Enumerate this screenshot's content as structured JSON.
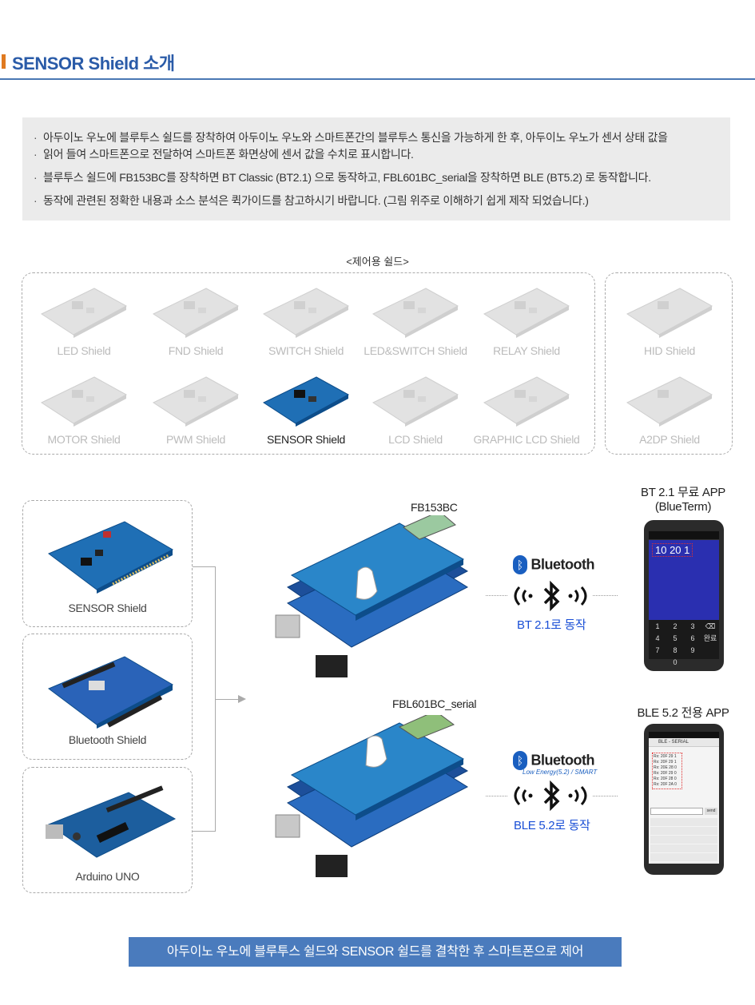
{
  "header": {
    "title": "SENSOR Shield 소개"
  },
  "intro": {
    "lines": [
      "아두이노 우노에 블루투스 쉴드를 장착하여 아두이노 우노와 스마트폰간의 블루투스 통신을 가능하게 한 후, 아두이노 우노가 센서 상태 값을",
      "읽어 들여 스마트폰으로 전달하여 스마트폰 화면상에 센서 값을 수치로 표시합니다.",
      "블루투스 쉴드에 FB153BC를 장착하면 BT Classic (BT2.1) 으로 동작하고, FBL601BC_serial을 장착하면 BLE (BT5.2) 로 동작합니다.",
      "동작에 관련된 정확한 내용과 소스 분석은  퀵가이드를 참고하시기 바랍니다.  (그림 위주로 이해하기 쉽게 제작 되었습니다.)"
    ]
  },
  "shield_grid": {
    "caption": "<제어용 쉴드>",
    "items": [
      "LED Shield",
      "FND Shield",
      "SWITCH Shield",
      "LED&SWITCH Shield",
      "RELAY Shield",
      "MOTOR Shield",
      "PWM Shield",
      "SENSOR Shield",
      "LCD Shield",
      "GRAPHIC LCD Shield"
    ],
    "extra_items": [
      "HID Shield",
      "A2DP Shield"
    ]
  },
  "stack": {
    "items": [
      "SENSOR Shield",
      "Bluetooth Shield",
      "Arduino UNO"
    ]
  },
  "module_top": "FB153BC",
  "module_bottom": "FBL601BC_serial",
  "bt_top": {
    "logo": "Bluetooth",
    "mode": "BT 2.1로 동작"
  },
  "bt_bottom": {
    "logo": "Bluetooth",
    "sub": "Low Energy(5.2) / SMART",
    "mode": "BLE 5.2로 동작"
  },
  "phone_top": {
    "title_line1": "BT 2.1 무료 APP",
    "title_line2": "(BlueTerm)",
    "screen_value": "10 20 1",
    "keys": [
      "1",
      "2",
      "3",
      "⌫",
      "4",
      "5",
      "6",
      "완료",
      "7",
      "8",
      "9",
      "",
      "",
      "0",
      "",
      ""
    ]
  },
  "phone_bottom": {
    "title": "BLE 5.2 전용 APP",
    "app_name": "BLE - SERIAL",
    "rx_lines": [
      "Rx: 20F 29 1",
      "Rx: 20F 29 1",
      "Rx: 20E 28 0",
      "Rx: 20F 29 0",
      "Rx: 20F 28 0",
      "Rx: 20F 2A 0"
    ],
    "send_label": "send"
  },
  "footer": {
    "banner": "아두이노 우노에 블루투스 쉴드와 SENSOR 쉴드를 결착한 후 스마트폰으로 제어"
  },
  "colors": {
    "accent": "#2a5ba8",
    "header_mark": "#e07a20",
    "banner": "#4a7bbd",
    "mode_text": "#1a4fd6",
    "pcb": "#1f6fb5"
  }
}
